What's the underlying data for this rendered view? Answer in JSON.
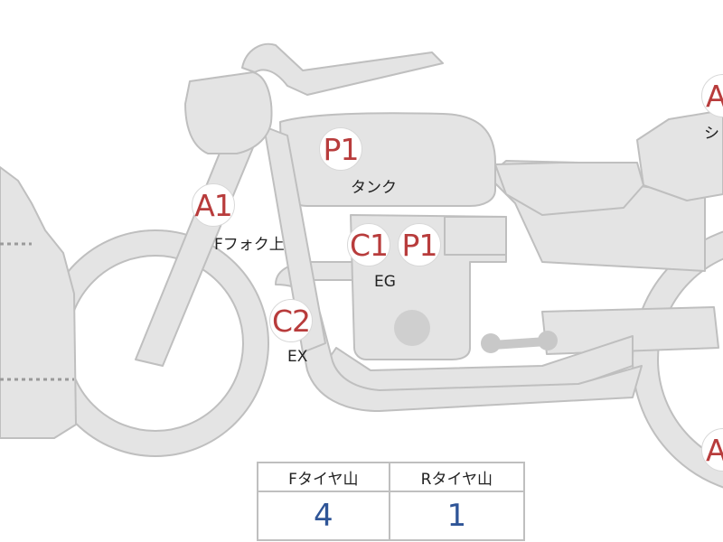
{
  "markers": {
    "a1_fork": "A1",
    "p1_tank": "P1",
    "c1_engine": "C1",
    "p1_engine": "P1",
    "c2_exhaust": "C2",
    "a_seat": "A",
    "a_rear": "A"
  },
  "labels": {
    "tank": "タンク",
    "front_fork_top": "Fフォク上",
    "engine": "EG",
    "exhaust": "EX",
    "seat_partial": "シ"
  },
  "tire_table": {
    "front_header": "Fタイヤ山",
    "rear_header": "Rタイヤ山",
    "front_value": "4",
    "rear_value": "1"
  },
  "colors": {
    "body_fill": "#e4e4e4",
    "outline": "#bfbfbf",
    "marker_text": "#b83c3c",
    "value_text": "#2f5597"
  }
}
